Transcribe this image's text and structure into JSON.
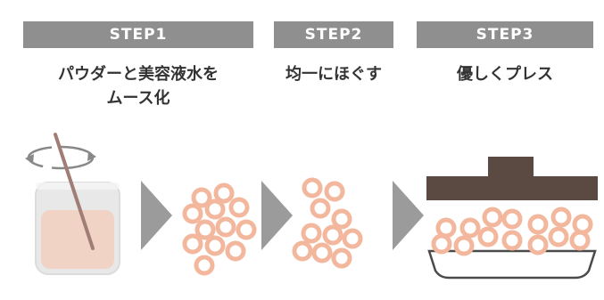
{
  "steps": [
    {
      "label": "STEP1",
      "description_line1": "パウダーと美容液水を",
      "description_line2": "ムース化"
    },
    {
      "label": "STEP2",
      "description_line1": "均一にほぐす"
    },
    {
      "label": "STEP3",
      "description_line1": "優しくプレス"
    }
  ],
  "colors": {
    "header_bar": "#8f8f8f",
    "header_text": "#ffffff",
    "description_text": "#333333",
    "arrow": "#9b9b9b",
    "press": "#5a4a42",
    "bead_ring": "#f2b79c",
    "bead_center": "#ffffff",
    "glass": "#e8e8e8",
    "mousse": "#f1d3c6"
  },
  "icons": [
    "rotation-arrow-icon",
    "stir-stick-icon",
    "glass-icon",
    "chevron-arrow-icon",
    "press-plate-icon",
    "dish-icon",
    "bead-icon"
  ]
}
